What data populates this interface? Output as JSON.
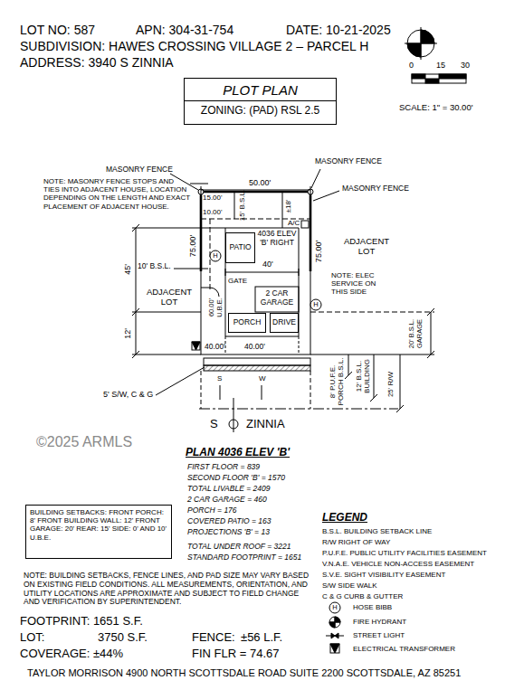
{
  "diagram": {
    "nodes": [
      {
        "text": [
          "PLOT PLAN",
          "ZONING: (PAD) RSL 2.5"
        ]
      },
      {
        "text": [
          "4036 ELEV 'B' RIGHT",
          "2 CAR GARAGE"
        ]
      },
      {
        "text": [
          "PATIO"
        ],
        "in": 1
      },
      {
        "text": [
          "PORCH"
        ],
        "in": 1
      },
      {
        "text": [
          "DRIVE"
        ],
        "in": 1
      },
      {
        "text": [
          "BUILDING SETBACKS: FRONT PORCH: 8' FRONT BUILDING WALL: 12' FRONT GARAGE: 20' REAR: 15' SIDE: 0' AND 10' U.B.E."
        ]
      }
    ],
    "labels": [
      "LOT NO: 587",
      "APN: 304-31-754",
      "DATE: 10-21-2025",
      "SUBDIVISION: HAWES CROSSING VILLAGE 2 – PARCEL H",
      "ADDRESS: 3940 S ZINNIA",
      "0",
      "15",
      "30",
      "SCALE: 1\" = 30.00'",
      "MASONRY FENCE",
      "NOTE: MASONRY FENCE STOPS AND TIES INTO ADJACENT HOUSE, LOCATION DEPENDING ON THE LENGTH AND EXACT PLACEMENT OF ADJACENT HOUSE.",
      "MASONRY FENCE",
      "MASONRY FENCE",
      "50.00'",
      "15.00'",
      "15' B.S.L.",
      "±18'",
      "10.00'",
      "A/C",
      "75.00'",
      "75.00'",
      "ADJACENT LOT",
      "H",
      "45'",
      "10' B.S.L.",
      "40'",
      "NOTE: ELEC SERVICE ON THIS SIDE",
      "ADJACENT LOT",
      "GATE",
      "60.00' U.B.E.",
      "H",
      "12'",
      "40.00'",
      "40.00'",
      "20' B.S.L. GARAGE",
      "8' P.U.F.E. PORCH B.S.L.",
      "12' B.S.L. BUILDING",
      "25' R/W",
      "5' S/W, C & G",
      "S",
      "W",
      "S",
      "ZINNIA",
      "©2025 ARMLS",
      "PLAN 4036 ELEV 'B'",
      "FIRST FLOOR = 839",
      "SECOND FLOOR 'B' = 1570",
      "TOTAL LIVABLE = 2409",
      "2 CAR GARAGE = 460",
      "PORCH = 176",
      "COVERED PATIO = 163",
      "PROJECTIONS 'B' = 13",
      "TOTAL UNDER ROOF = 3221",
      "STANDARD FOOTPRINT = 1651",
      "LEGEND",
      "H",
      "NOTE: BUILDING SETBACKS, FENCE LINES, AND PAD SIZE MAY VARY BASED ON EXISTING FIELD CONDITIONS. ALL MEASUREMENTS, ORIENTATION, AND UTILITY LOCATIONS ARE APPROXIMATE AND SUBJECT TO FIELD CHANGE AND VERIFICATION BY SUPERINTENDENT.",
      "FOOTPRINT: 1651 S.F.",
      "LOT:",
      "3750 S.F.",
      "FENCE:",
      "±56 L.F.",
      "COVERAGE: ±44%",
      "FIN FLR = 74.67",
      "TAYLOR MORRISON 4900 NORTH SCOTTSDALE ROAD SUITE 2200 SCOTTSDALE, AZ 85251"
    ],
    "legend": [
      {
        "text": "B.S.L. BUILDING SETBACK LINE"
      },
      {
        "text": "R/W RIGHT OF WAY"
      },
      {
        "text": "P.U.F.E. PUBLIC UTILITY FACILITIES EASEMENT"
      },
      {
        "text": "V.N.A.E. VEHICLE NON-ACCESS EASEMENT"
      },
      {
        "text": "S.V.E. SIGHT VISIBILITY EASEMENT"
      },
      {
        "text": "S/W SIDE WALK"
      },
      {
        "text": "C & G CURB & GUTTER"
      },
      {
        "text": "HOSE BIBB"
      },
      {
        "text": "FIRE HYDRANT"
      },
      {
        "text": "STREET LIGHT"
      },
      {
        "text": "ELECTRICAL TRANSFORMER"
      }
    ]
  }
}
